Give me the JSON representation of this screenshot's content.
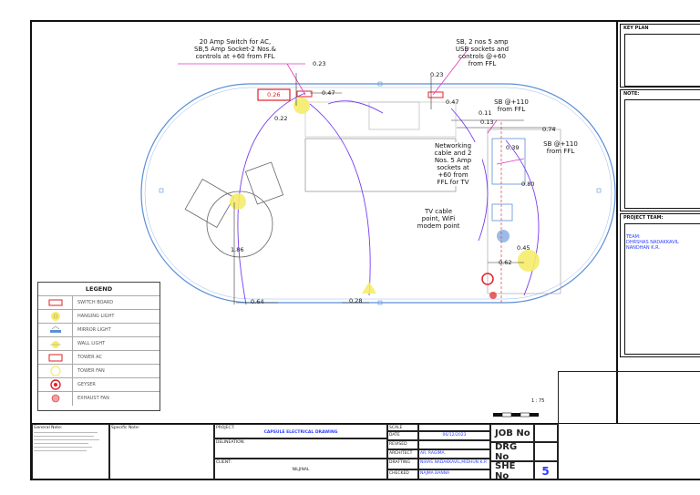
{
  "side_panel": {
    "key_plan_label": "KEY PLAN",
    "note_label": "NOTE:",
    "project_team_label": "PROJECT TEAM:",
    "team_label": "TEAM:",
    "team_members": "DHRSHAS NADAKKAVIL",
    "team_members_2": "NANDHAN K.R."
  },
  "annotations": {
    "switch_note": "20 Amp Switch for AC,\nSB,5 Amp Socket-2 Nos.&\ncontrols at +60 from FFL",
    "usb_note": "SB, 2 nos 5 amp\nUSB sockets and\ncontrols @+60\nfrom FFL",
    "sb110_top": "SB @+110\nfrom FFL",
    "sb110_right": "SB @+110\nfrom FFL",
    "networking_note": "Networking\ncable and 2\nNos. 5 Amp\nsockets at\n+60 from\nFFL for TV",
    "tv_note": "TV cable\npoint, WiFi\nmodem point"
  },
  "dimensions": {
    "d023a": "0.23",
    "d026": "0.26",
    "d047a": "0.47",
    "d022": "0.22",
    "d023b": "0.23",
    "d047b": "0.47",
    "d011": "0.11",
    "d013": "0.13",
    "d074": "0.74",
    "d039": "0.39",
    "d080": "0.80",
    "d045": "0.45",
    "d062": "0.62",
    "d186": "1.86",
    "d064": "0.64",
    "d028": "0.28"
  },
  "legend": {
    "title": "LEGEND",
    "items": [
      {
        "label": "SWITCH BOARD",
        "icon": "switch-board-icon"
      },
      {
        "label": "HANGING LIGHT",
        "icon": "hanging-light-icon"
      },
      {
        "label": "MIRROR LIGHT",
        "icon": "mirror-light-icon"
      },
      {
        "label": "WALL LIGHT",
        "icon": "wall-light-icon"
      },
      {
        "label": "TOWER AC",
        "icon": "tower-ac-icon"
      },
      {
        "label": "TOWER FAN",
        "icon": "tower-fan-icon"
      },
      {
        "label": "GEYSER",
        "icon": "geyser-icon"
      },
      {
        "label": "EXHAUST FAN",
        "icon": "exhaust-fan-icon"
      }
    ]
  },
  "title_block": {
    "general_note_label": "General Note:",
    "specific_note_label": "Specific Note:",
    "project_label": "PROJECT:",
    "project_value": "CAPSULE ELECTRICAL DRAWING",
    "delineation_label": "DELINEATION:",
    "client_label": "CLIENT:",
    "client_value": "NILJINAL",
    "scale_label": "SCALE",
    "date_label": "DATE",
    "date_value": "06/12/2023",
    "revised_label": "REVISED",
    "architect_label": "ARCHITECT",
    "architect_value": "AR. RAGIMA",
    "drafting_label": "DRAFTING",
    "drafting_value": "NIHAS NADAKKAVIL,MIDHUN K.R",
    "checked_label": "CHECKED",
    "checked_value": "NAJMA BANNA",
    "job_no_label": "JOB No",
    "drg_no_label": "DRG No",
    "she_no_label": "SHE No",
    "she_no_value": "5",
    "scale_value": "1 : 75"
  },
  "colors": {
    "plan_outline": "#5a8fd8",
    "wiring": "#7a3cf0",
    "annotation_line": "#e23ac0",
    "light_fill": "#f5ec6a",
    "switch_board": "#e0202a",
    "project_blue": "#2a3cff"
  }
}
